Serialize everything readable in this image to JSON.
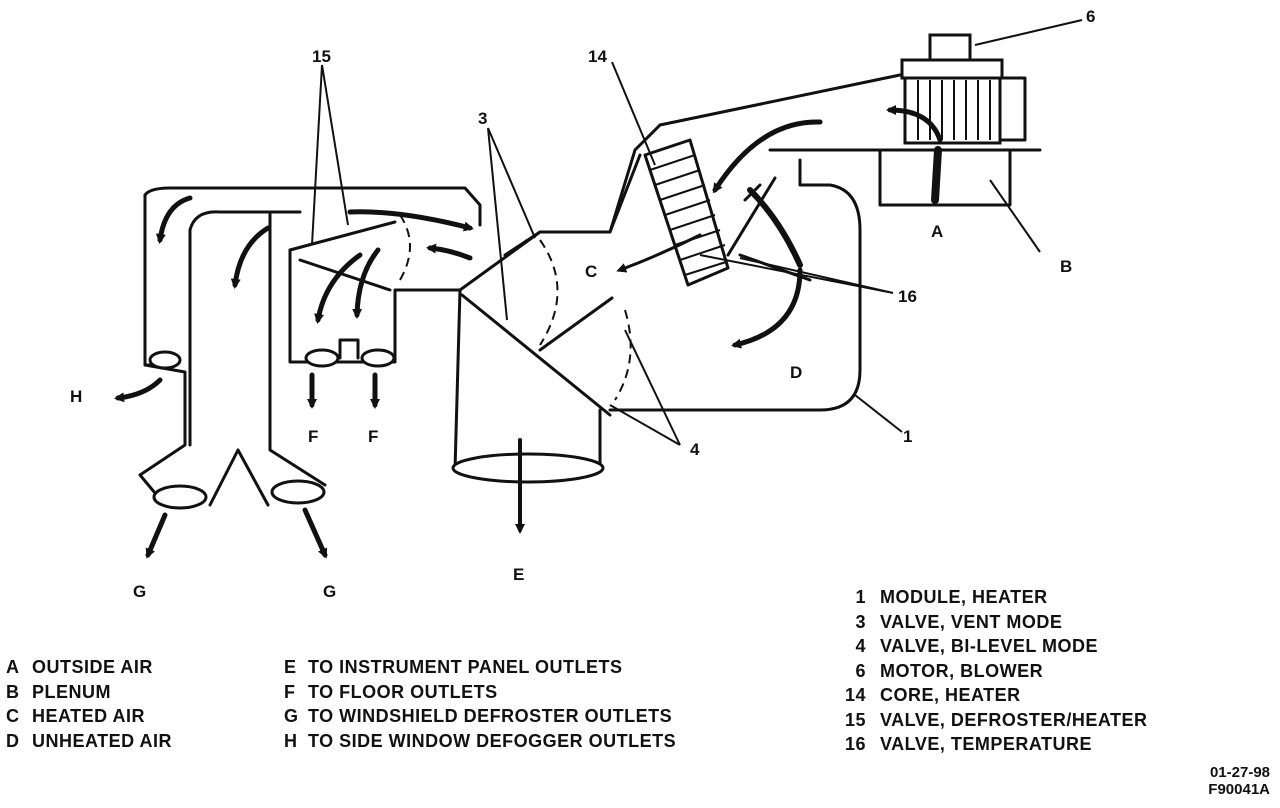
{
  "callouts": {
    "c1": "1",
    "c3": "3",
    "c4": "4",
    "c6": "6",
    "c14": "14",
    "c15": "15",
    "c16": "16",
    "cA": "A",
    "cB": "B",
    "cC": "C",
    "cD": "D",
    "cE": "E",
    "cF1": "F",
    "cF2": "F",
    "cG1": "G",
    "cG2": "G",
    "cH": "H"
  },
  "legend_letters": [
    {
      "key": "A",
      "text": "OUTSIDE AIR"
    },
    {
      "key": "B",
      "text": "PLENUM"
    },
    {
      "key": "C",
      "text": "HEATED AIR"
    },
    {
      "key": "D",
      "text": "UNHEATED AIR"
    }
  ],
  "legend_outlets": [
    {
      "key": "E",
      "text": "TO INSTRUMENT PANEL OUTLETS"
    },
    {
      "key": "F",
      "text": "TO FLOOR OUTLETS"
    },
    {
      "key": "G",
      "text": "TO WINDSHIELD DEFROSTER OUTLETS"
    },
    {
      "key": "H",
      "text": "TO SIDE WINDOW DEFOGGER OUTLETS"
    }
  ],
  "legend_parts": [
    {
      "key": "1",
      "text": "MODULE, HEATER"
    },
    {
      "key": "3",
      "text": "VALVE, VENT MODE"
    },
    {
      "key": "4",
      "text": "VALVE, BI-LEVEL MODE"
    },
    {
      "key": "6",
      "text": "MOTOR, BLOWER"
    },
    {
      "key": "14",
      "text": "CORE, HEATER"
    },
    {
      "key": "15",
      "text": "VALVE, DEFROSTER/HEATER"
    },
    {
      "key": "16",
      "text": "VALVE, TEMPERATURE"
    }
  ],
  "reference": {
    "date": "01-27-98",
    "figure_id": "F90041A"
  }
}
